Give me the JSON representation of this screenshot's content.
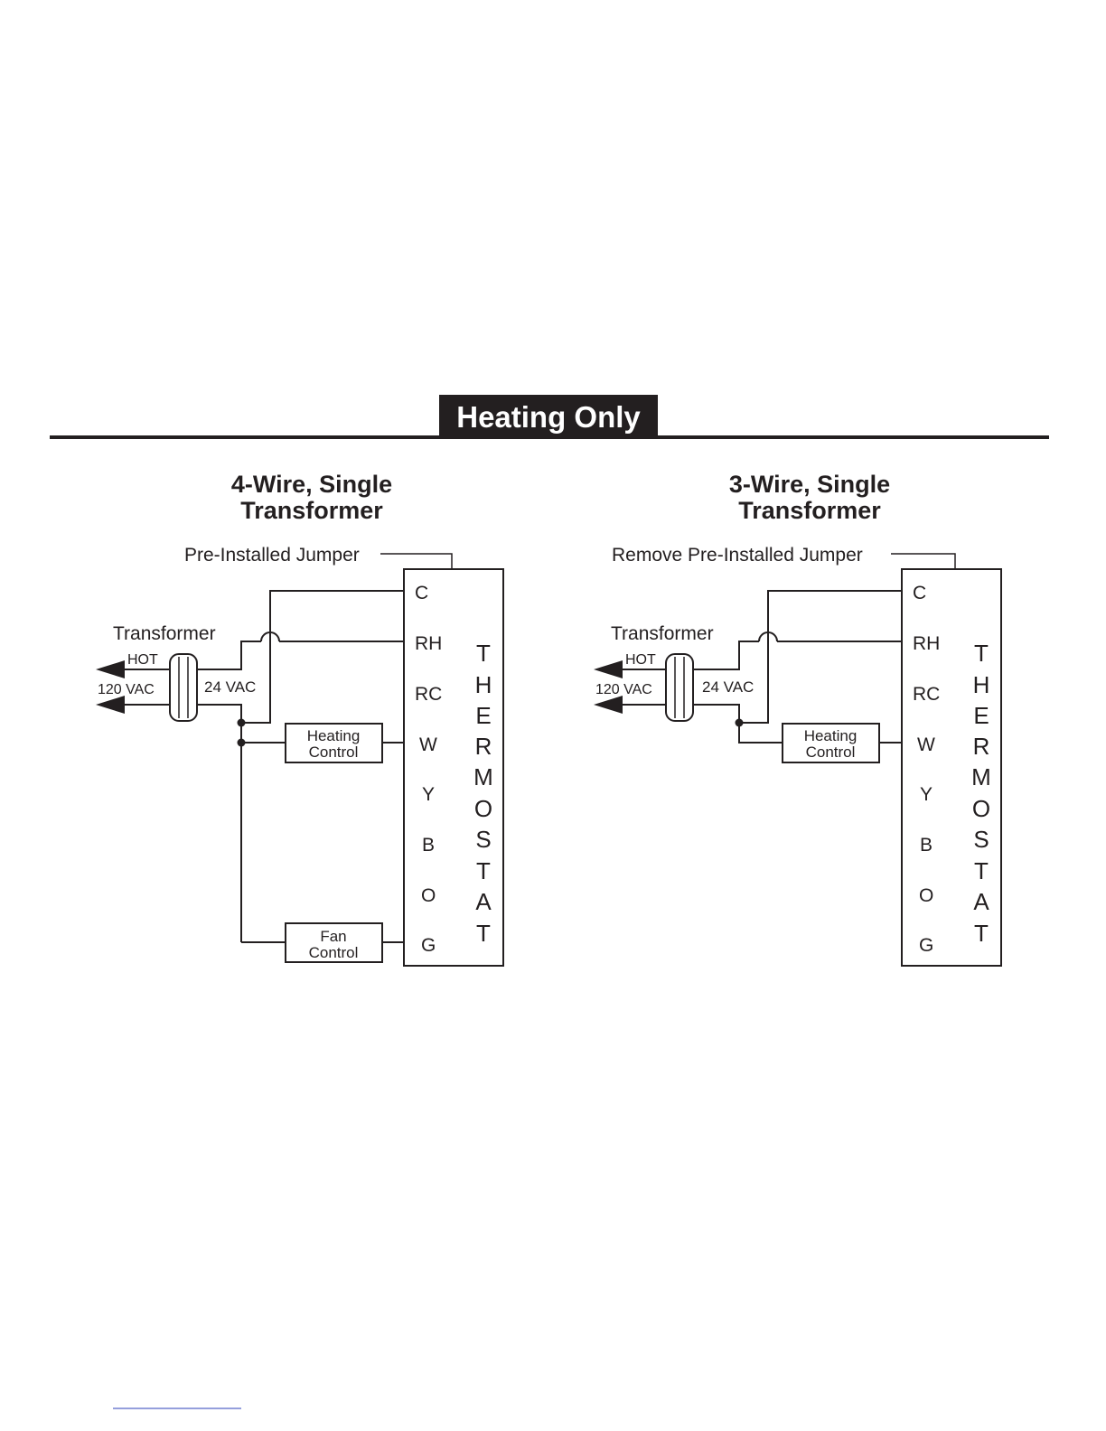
{
  "header": {
    "title": "Heating Only"
  },
  "diagrams": [
    {
      "title_line1": "4-Wire, Single",
      "title_line2": "Transformer",
      "jumper_label": "Pre-Installed Jumper",
      "transformer_label": "Transformer",
      "hot_label": "HOT",
      "line_voltage_label": "120 VAC",
      "low_voltage_label": "24 VAC",
      "terminals": [
        "C",
        "RH",
        "RC",
        "W",
        "Y",
        "B",
        "O",
        "G"
      ],
      "thermostat_letters": [
        "T",
        "H",
        "E",
        "R",
        "M",
        "O",
        "S",
        "T",
        "A",
        "T"
      ],
      "heating_control": [
        "Heating",
        "Control"
      ],
      "fan_control": [
        "Fan",
        "Control"
      ]
    },
    {
      "title_line1": "3-Wire, Single",
      "title_line2": "Transformer",
      "jumper_label": "Remove Pre-Installed Jumper",
      "transformer_label": "Transformer",
      "hot_label": "HOT",
      "line_voltage_label": "120 VAC",
      "low_voltage_label": "24 VAC",
      "terminals": [
        "C",
        "RH",
        "RC",
        "W",
        "Y",
        "B",
        "O",
        "G"
      ],
      "thermostat_letters": [
        "T",
        "H",
        "E",
        "R",
        "M",
        "O",
        "S",
        "T",
        "A",
        "T"
      ],
      "heating_control": [
        "Heating",
        "Control"
      ]
    }
  ],
  "colors": {
    "ink": "#231f20",
    "header_bg": "#231f20",
    "header_text": "#ffffff"
  }
}
